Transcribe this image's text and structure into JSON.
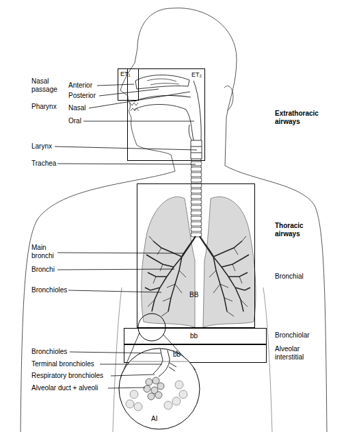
{
  "diagram": {
    "nodes": [
      {
        "text": [
          "ET₁"
        ]
      },
      {
        "text": [
          "ET₂"
        ]
      },
      {
        "text": [
          "BB"
        ]
      },
      {
        "text": [
          "bb"
        ]
      },
      {
        "text": [
          "AI"
        ]
      },
      {
        "text": [
          "bb",
          "AI"
        ]
      }
    ],
    "labels": [
      "Nasal passage",
      "Anterior",
      "Posterior",
      "Pharynx",
      "Nasal",
      "Oral",
      "Extrathoracic airways",
      "Larynx",
      "Trachea",
      "Thoracic airways",
      "Main bronchi",
      "Bronchi",
      "Bronchial",
      "Bronchioles",
      "Bronchiolar",
      "Alveolar interstitial",
      "Bronchioles",
      "Terminal bronchioles",
      "Respiratory bronchioles",
      "Alveolar duct + alveoli"
    ]
  }
}
